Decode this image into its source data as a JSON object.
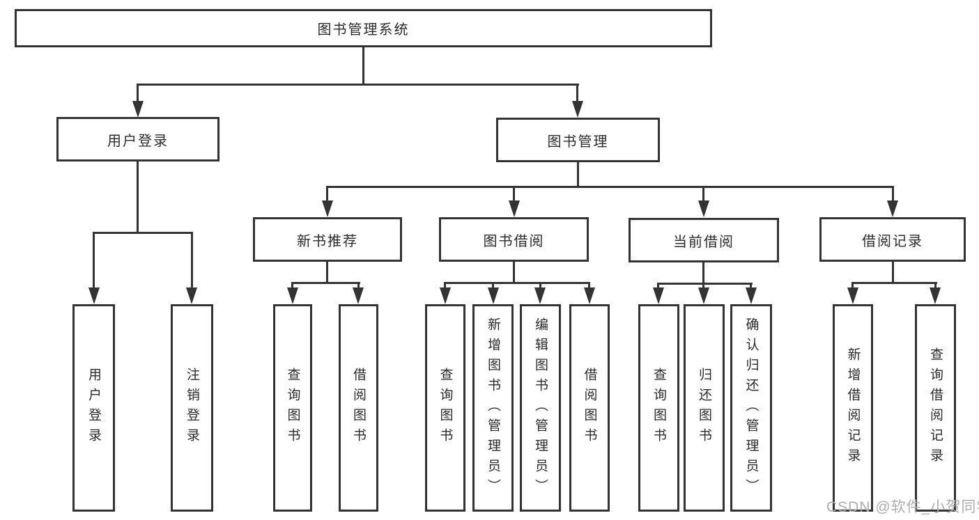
{
  "diagram_type": "hierarchy-tree",
  "colors": {
    "line": "#333333",
    "box_border": "#333333",
    "box_fill": "#ffffff",
    "text": "#2b2b2b",
    "watermark_text": "#aeaeae",
    "background": "#ffffff"
  },
  "watermark": {
    "text": "CSDN @软件_小贺同学"
  },
  "tree": {
    "label": "图书管理系统",
    "children": [
      {
        "label": "用户登录",
        "children": [
          {
            "label": "用户登录"
          },
          {
            "label": "注销登录"
          }
        ]
      },
      {
        "label": "图书管理",
        "children": [
          {
            "label": "新书推荐",
            "children": [
              {
                "label": "查询图书"
              },
              {
                "label": "借阅图书"
              }
            ]
          },
          {
            "label": "图书借阅",
            "children": [
              {
                "label": "查询图书"
              },
              {
                "label": "新增图书（管理员）"
              },
              {
                "label": "编辑图书（管理员）"
              },
              {
                "label": "借阅图书"
              }
            ]
          },
          {
            "label": "当前借阅",
            "children": [
              {
                "label": "查询图书"
              },
              {
                "label": "归还图书"
              },
              {
                "label": "确认归还（管理员）"
              }
            ]
          },
          {
            "label": "借阅记录",
            "children": [
              {
                "label": "新增借阅记录"
              },
              {
                "label": "查询借阅记录"
              }
            ]
          }
        ]
      }
    ]
  }
}
